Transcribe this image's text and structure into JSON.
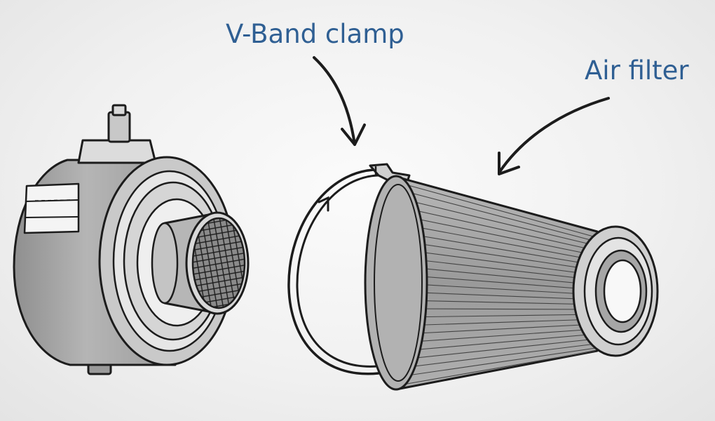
{
  "labels": {
    "clamp": "V-Band clamp",
    "filter": "Air filter"
  },
  "colors": {
    "label_text": "#2f5f93",
    "outline": "#1c1c1c",
    "body_grey": "#a9a9a9",
    "pleat_grey": "#8c8c8c",
    "background": "#f3f3f3"
  },
  "parts": {
    "housing": "intake-housing",
    "clamp": "v-band-clamp",
    "filter": "conical-air-filter"
  }
}
